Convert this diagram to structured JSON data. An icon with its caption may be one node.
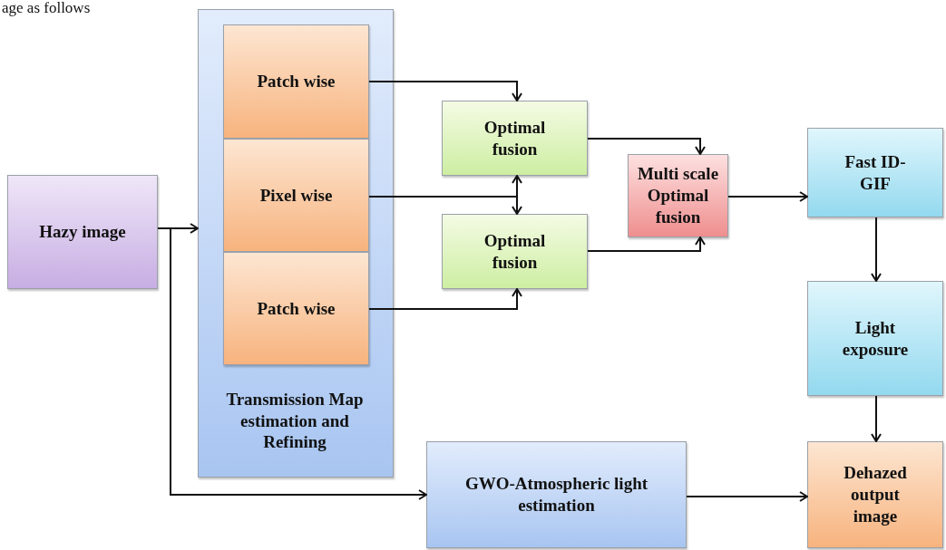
{
  "diagram": {
    "nodes": [
      {
        "text": [
          "Hazy image"
        ]
      },
      {
        "text": [
          "Transmission Map estimation and Refining"
        ]
      },
      {
        "text": [
          "Patch wise"
        ],
        "in": 1
      },
      {
        "text": [
          "Pixel wise"
        ],
        "in": 1
      },
      {
        "text": [
          "Patch wise"
        ],
        "in": 1
      },
      {
        "text": [
          "Optimal fusion"
        ]
      },
      {
        "text": [
          "Optimal fusion"
        ]
      },
      {
        "text": [
          "Multi scale Optimal fusion"
        ]
      },
      {
        "text": [
          "Fast ID-GIF"
        ]
      },
      {
        "text": [
          "Light exposure"
        ]
      },
      {
        "text": [
          "GWO-Atmospheric light estimation"
        ]
      },
      {
        "text": [
          "Dehazed output image"
        ]
      }
    ],
    "edges": [
      {
        "from": 0,
        "to": 1,
        "arrow": "to"
      },
      {
        "from": 0,
        "to": 10,
        "arrow": "to"
      },
      {
        "from": 2,
        "to": 5,
        "arrow": "to"
      },
      {
        "from": 3,
        "to": 5,
        "arrow": "to"
      },
      {
        "from": 3,
        "to": 6,
        "arrow": "to"
      },
      {
        "from": 4,
        "to": 6,
        "arrow": "to"
      },
      {
        "from": 5,
        "to": 7,
        "arrow": "to"
      },
      {
        "from": 6,
        "to": 7,
        "arrow": "to"
      },
      {
        "from": 7,
        "to": 8,
        "arrow": "to"
      },
      {
        "from": 8,
        "to": 9,
        "arrow": "to"
      },
      {
        "from": 9,
        "to": 11,
        "arrow": "to"
      },
      {
        "from": 10,
        "to": 11,
        "arrow": "to"
      }
    ],
    "labels": [
      "age as follows"
    ]
  }
}
